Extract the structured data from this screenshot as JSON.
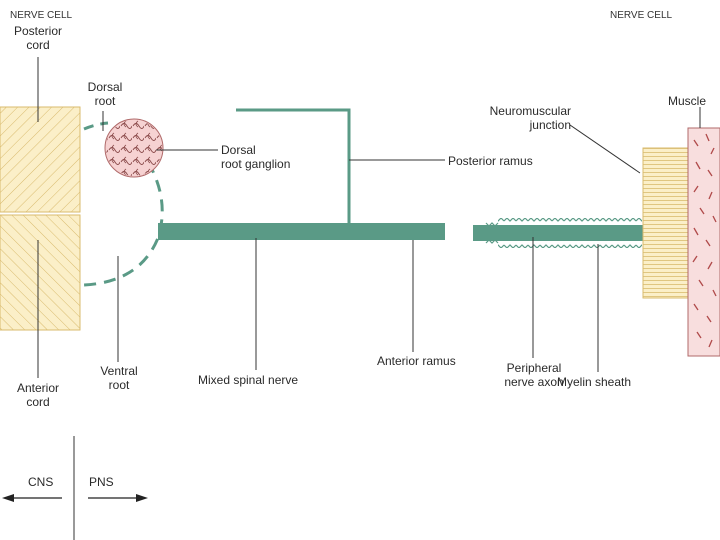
{
  "header": {
    "left": "NERVE CELL",
    "right": "NERVE CELL"
  },
  "labels": {
    "posterior_cord": [
      "Posterior",
      "cord"
    ],
    "anterior_cord": [
      "Anterior",
      "cord"
    ],
    "dorsal_root": [
      "Dorsal",
      "root"
    ],
    "ventral_root": [
      "Ventral",
      "root"
    ],
    "dorsal_root_ganglion": [
      "Dorsal",
      "root ganglion"
    ],
    "posterior_ramus": "Posterior ramus",
    "anterior_ramus": "Anterior ramus",
    "mixed_spinal_nerve": "Mixed spinal nerve",
    "peripheral_nerve_axon": [
      "Peripheral",
      "nerve axon"
    ],
    "myelin_sheath": "Myelin sheath",
    "neuromuscular_junction": [
      "Neuromuscular",
      "junction"
    ],
    "muscle": "Muscle"
  },
  "divider": {
    "cns": "CNS",
    "pns": "PNS"
  },
  "colors": {
    "nerve": "#5a9a86",
    "cord_fill": "#fbefc8",
    "cord_hatch": "#d9bb6e",
    "ganglion_fill": "#f6d2d2",
    "muscle_fill": "#f8dede",
    "muscle_stripe": "#b04a4a",
    "myelin": "#5a9a86",
    "line": "#333333"
  }
}
